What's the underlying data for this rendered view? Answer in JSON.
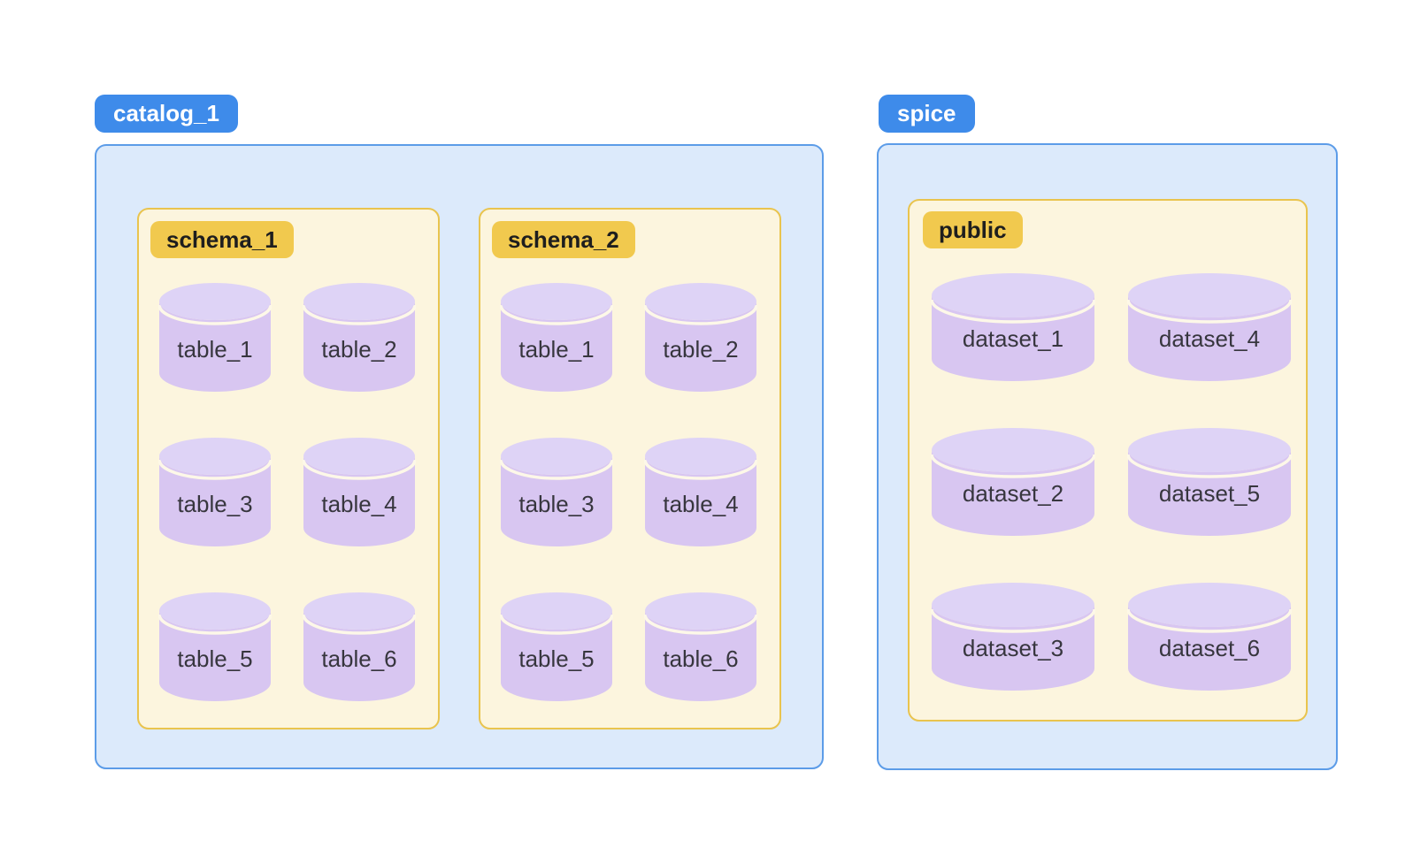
{
  "colors": {
    "catalog_label_bg": "#3e8bea",
    "catalog_label_text": "#ffffff",
    "catalog_container_bg": "#dceafb",
    "catalog_container_border": "#5c9ce8",
    "schema_box_bg": "#fcf5de",
    "schema_box_border": "#e9c44e",
    "schema_label_bg": "#f1c94e",
    "schema_label_text": "#1e1e1e",
    "cylinder_body": "#d8c6f1",
    "cylinder_top": "#ded3f6",
    "cylinder_separator": "#fdf8e8",
    "cylinder_text": "#37363e"
  },
  "icons": {
    "database_cylinder": "purple 3d database cylinder shape"
  },
  "diagram": {
    "catalogs": [
      {
        "label": "catalog_1",
        "schemas": [
          {
            "label": "schema_1",
            "items": [
              "table_1",
              "table_2",
              "table_3",
              "table_4",
              "table_5",
              "table_6"
            ]
          },
          {
            "label": "schema_2",
            "items": [
              "table_1",
              "table_2",
              "table_3",
              "table_4",
              "table_5",
              "table_6"
            ]
          }
        ]
      },
      {
        "label": "spice",
        "schemas": [
          {
            "label": "public",
            "items": [
              "dataset_1",
              "dataset_4",
              "dataset_2",
              "dataset_5",
              "dataset_3",
              "dataset_6"
            ]
          }
        ]
      }
    ]
  }
}
